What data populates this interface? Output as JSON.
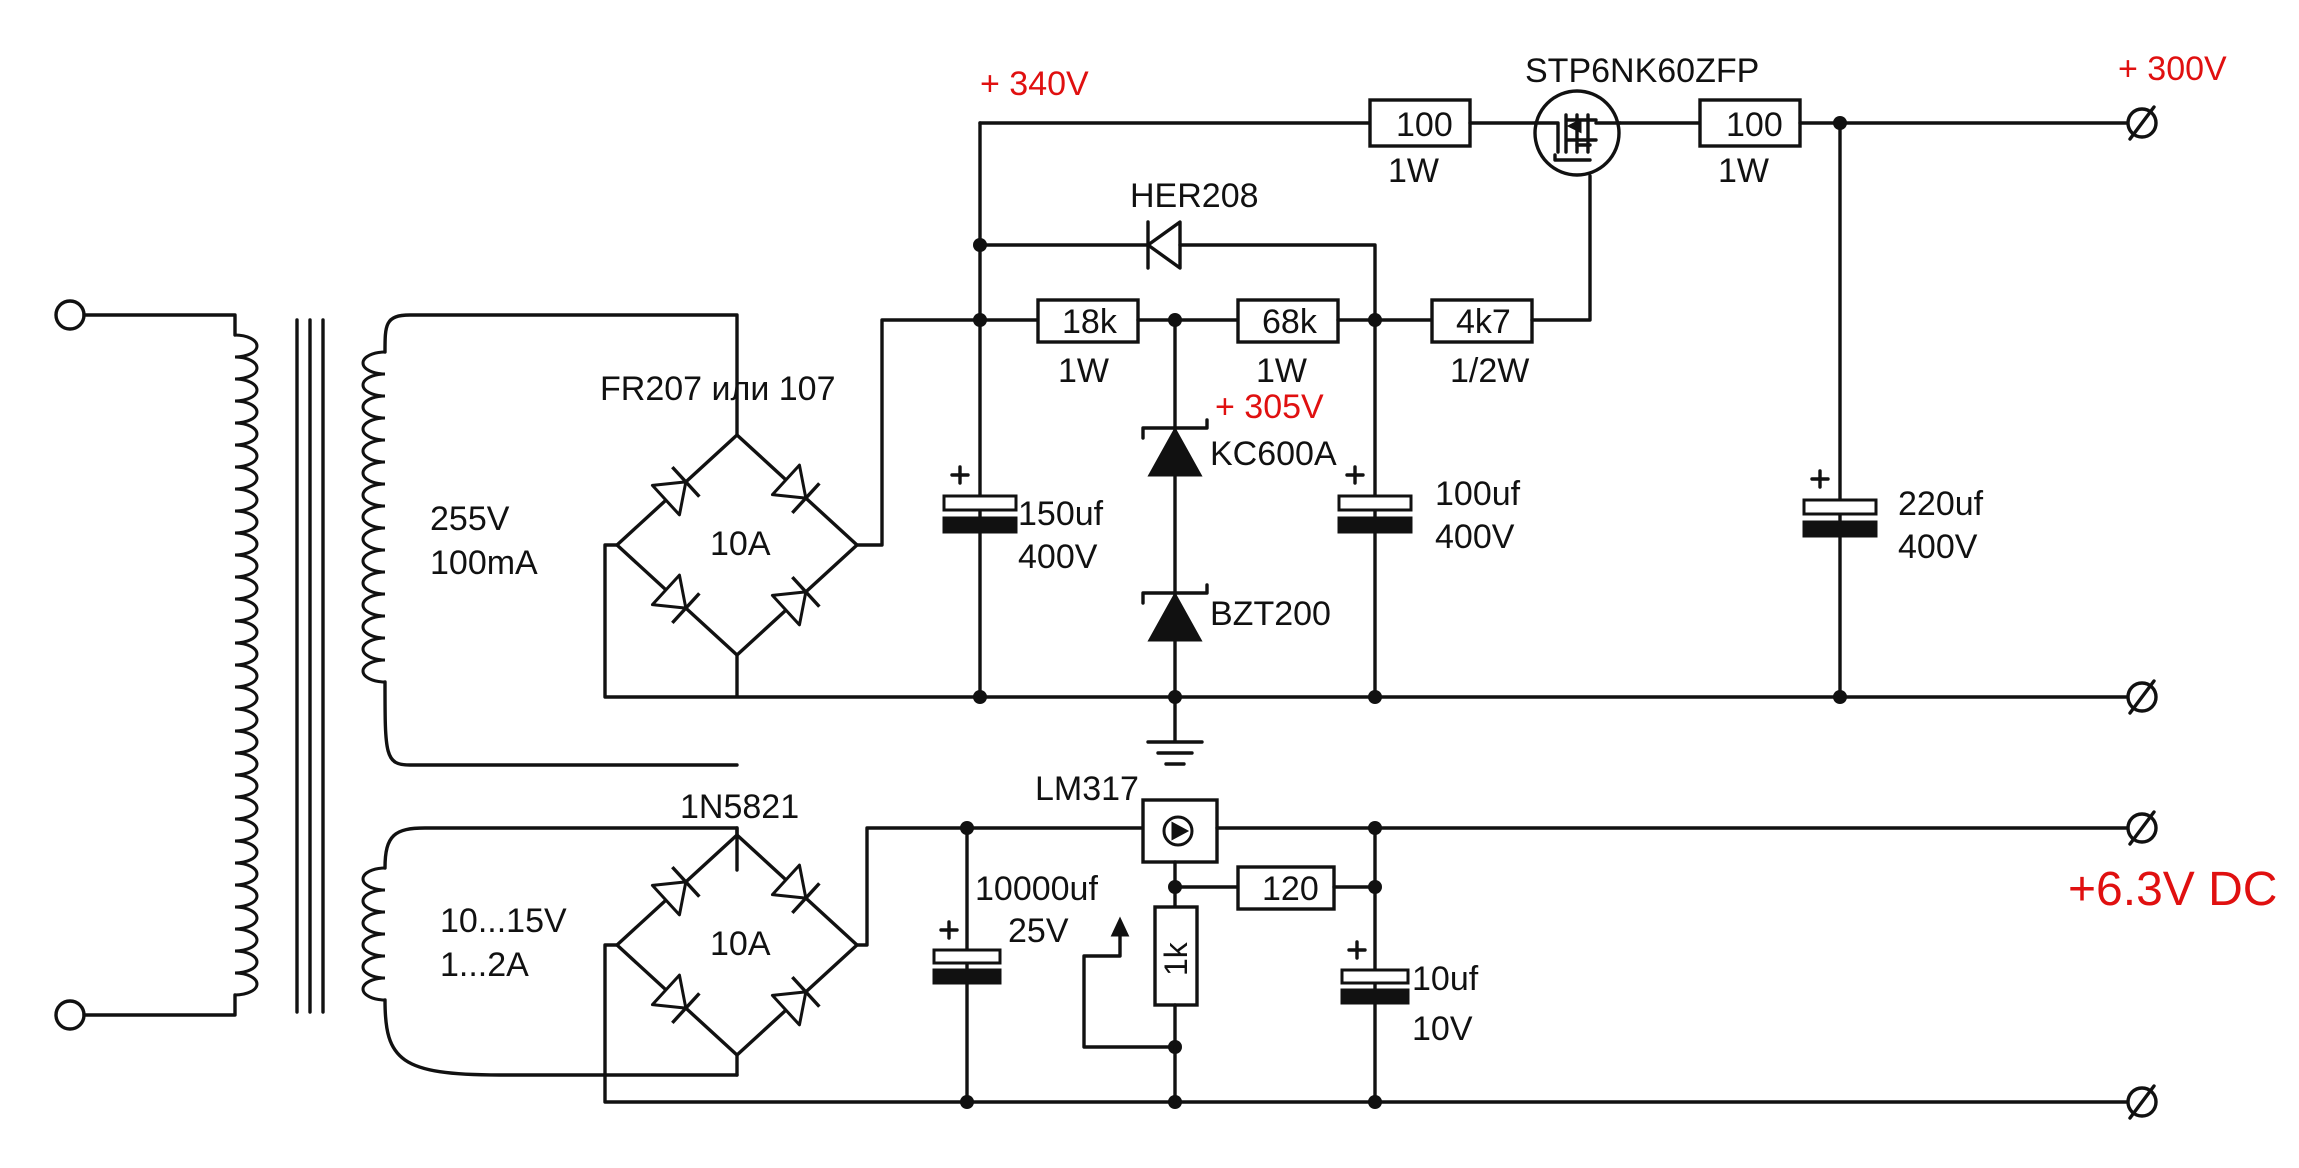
{
  "transformer": {
    "secondary_hv": [
      "255V",
      "100mA"
    ],
    "secondary_lv": [
      "10...15V",
      "1...2A"
    ]
  },
  "hv_bridge": {
    "diodes": "FR207  или 107",
    "rating": "10A"
  },
  "lv_bridge": {
    "diodes": "1N5821",
    "rating": "10A"
  },
  "rails": {
    "v340": "+ 340V",
    "v305": "+ 305V",
    "v300": "+ 300V",
    "v6": "+6.3V DC"
  },
  "parts": {
    "r100a": [
      "100",
      "1W"
    ],
    "r100b": [
      "100",
      "1W"
    ],
    "mosfet": "STP6NK60ZFP",
    "her": "HER208",
    "r18k": [
      "18k",
      "1W"
    ],
    "r68k": [
      "68k",
      "1W"
    ],
    "r4k7": [
      "4k7",
      "1/2W"
    ],
    "z1": "KC600A",
    "z2": "BZT200",
    "c150": [
      "150uf",
      "400V"
    ],
    "c100": [
      "100uf",
      "400V"
    ],
    "c220": [
      "220uf",
      "400V"
    ],
    "c10000": [
      "10000uf",
      "25V"
    ],
    "c10": [
      "10uf",
      "10V"
    ],
    "lm317": "LM317",
    "r120": "120",
    "pot": "1k"
  }
}
